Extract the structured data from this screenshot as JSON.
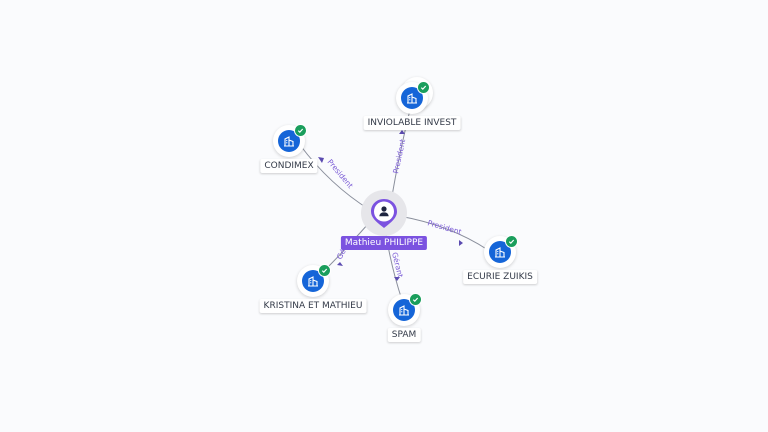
{
  "center": {
    "name": "Mathieu PHILIPPE",
    "icon": "person-icon"
  },
  "companies": [
    {
      "id": "condimex",
      "name": "CONDIMEX",
      "icon": "building-icon",
      "badge": "check-icon"
    },
    {
      "id": "inviolable",
      "name": "INVIOLABLE INVEST",
      "icon": "building-icon",
      "badge": "check-icon"
    },
    {
      "id": "ecurie",
      "name": "ECURIE ZUIKIS",
      "icon": "building-icon",
      "badge": "check-icon"
    },
    {
      "id": "spam",
      "name": "SPAM",
      "icon": "building-icon",
      "badge": "check-icon"
    },
    {
      "id": "kristina",
      "name": "KRISTINA ET MATHIEU",
      "icon": "building-icon",
      "badge": "check-icon"
    }
  ],
  "relations": [
    {
      "to": "condimex",
      "label": "President"
    },
    {
      "to": "inviolable",
      "label": "President"
    },
    {
      "to": "ecurie",
      "label": "President"
    },
    {
      "to": "spam",
      "label": "Gérant"
    },
    {
      "to": "kristina",
      "label": "Gé"
    }
  ],
  "colors": {
    "node": "#1565d8",
    "badge": "#1a9e5c",
    "center_pin": "#7b52e0",
    "edge_label": "#7b5cd6"
  }
}
